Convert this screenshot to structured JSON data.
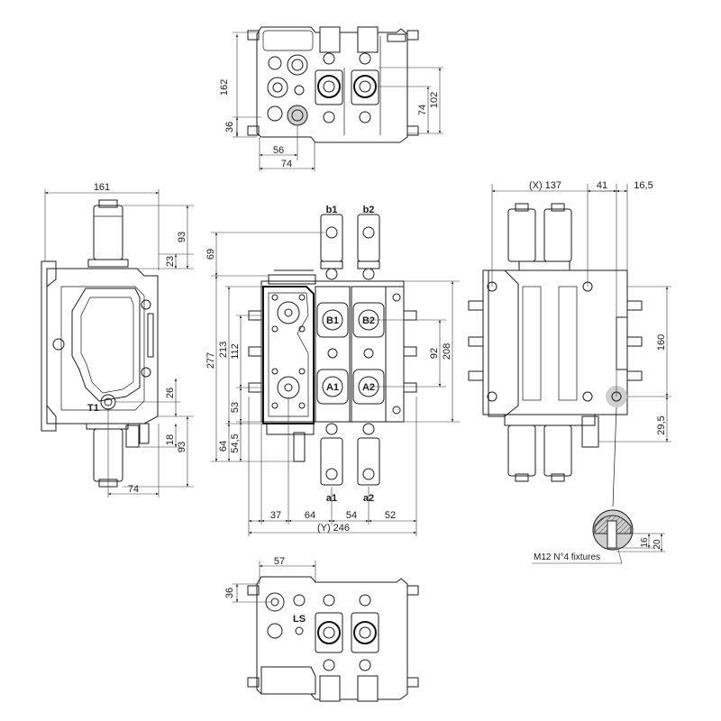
{
  "top_view": {
    "dims": {
      "d162": "162",
      "d36": "36",
      "d56": "56",
      "d74": "74",
      "d74r": "74",
      "d102": "102"
    }
  },
  "left_view": {
    "dims": {
      "d161": "161",
      "d93a": "93",
      "d23": "23",
      "d26": "26",
      "d18": "18",
      "d93b": "93",
      "d74": "74"
    },
    "labels": {
      "t1": "T1"
    }
  },
  "front_view": {
    "labels": {
      "b1": "b1",
      "b2": "b2",
      "B1": "B1",
      "B2": "B2",
      "A1": "A1",
      "A2": "A2",
      "a1": "a1",
      "a2": "a2"
    },
    "dims": {
      "d69": "69",
      "d213": "213",
      "d277": "277",
      "d112": "112",
      "d53": "53",
      "d54_5": "54,5",
      "d64": "64",
      "d92": "92",
      "d208": "208",
      "b37": "37",
      "b64": "64",
      "b54": "54",
      "b52": "52",
      "total": "(Y) 246"
    }
  },
  "right_view": {
    "dims": {
      "x137": "(X) 137",
      "d41": "41",
      "d16_5": "16,5",
      "d160": "160",
      "d29_5": "29,5",
      "d16": "16",
      "d20": "20"
    },
    "fixture_note": "M12 N°4 fixtures"
  },
  "bottom_view": {
    "dims": {
      "d57": "57",
      "d36": "36"
    },
    "labels": {
      "ls": "LS"
    }
  }
}
